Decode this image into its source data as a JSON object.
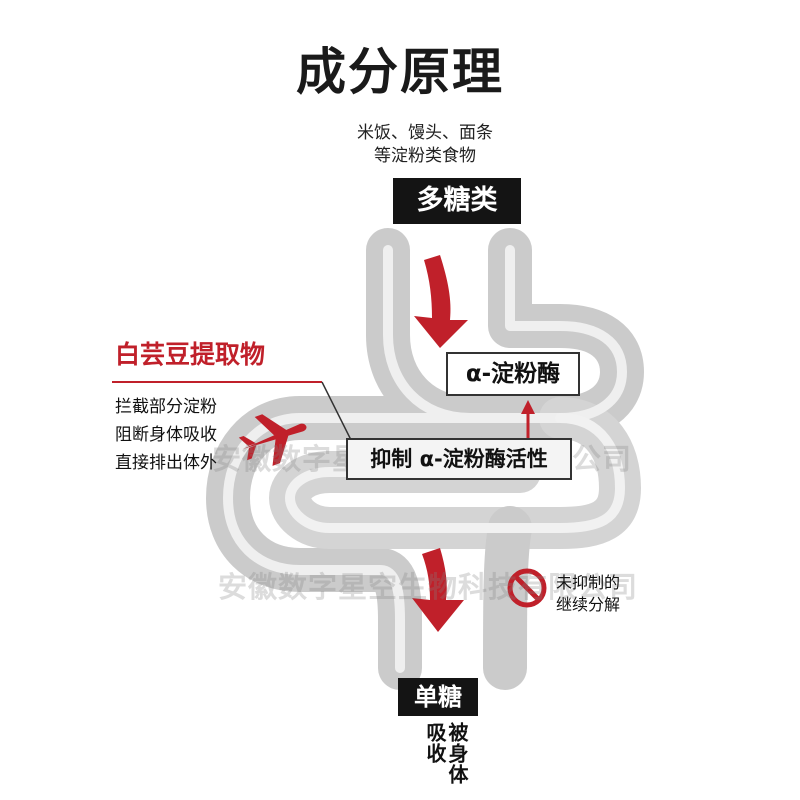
{
  "title": "成分原理",
  "food": {
    "line1": "米饭、馒头、面条",
    "line2": "等淀粉类食物"
  },
  "labels": {
    "polysaccharide": "多糖类",
    "enzyme": "α-淀粉酶",
    "inhibit": "抑制 α-淀粉酶活性",
    "monosaccharide": "单糖",
    "absorbed": "被身体吸收"
  },
  "extract": {
    "name": "白芸豆提取物",
    "effects": [
      "拦截部分淀粉",
      "阻断身体吸收",
      "直接排出体外"
    ]
  },
  "not_inhibited": [
    "未抑制的",
    "继续分解"
  ],
  "watermark": "安徽数字星空生物科技有限公司",
  "colors": {
    "accent_red": "#c0202a",
    "intestine_gray": "#c9c9c9",
    "label_black": "#141414"
  },
  "icons": [
    "airplane-icon",
    "prohibited-icon",
    "down-arrow-icon",
    "up-arrow-icon"
  ]
}
